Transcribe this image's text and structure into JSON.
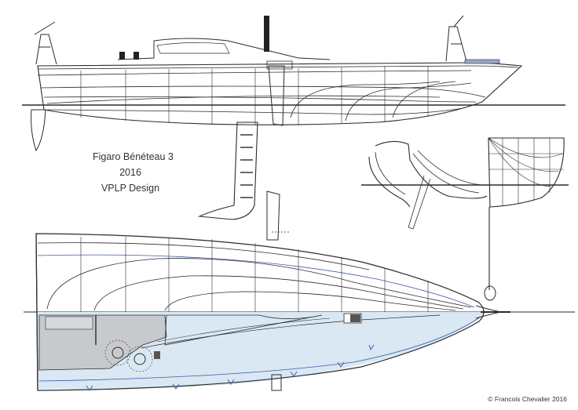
{
  "title_block": {
    "name": "Figaro Bénéteau 3",
    "year": "2016",
    "designer": "VPLP Design"
  },
  "credit": "© Francois Chevalier 2016",
  "colors": {
    "line": "#2b2b2b",
    "blue_line": "#3f5aa8",
    "deck_fill": "#d9e8f3",
    "cockpit_fill": "#c7c9cc"
  }
}
